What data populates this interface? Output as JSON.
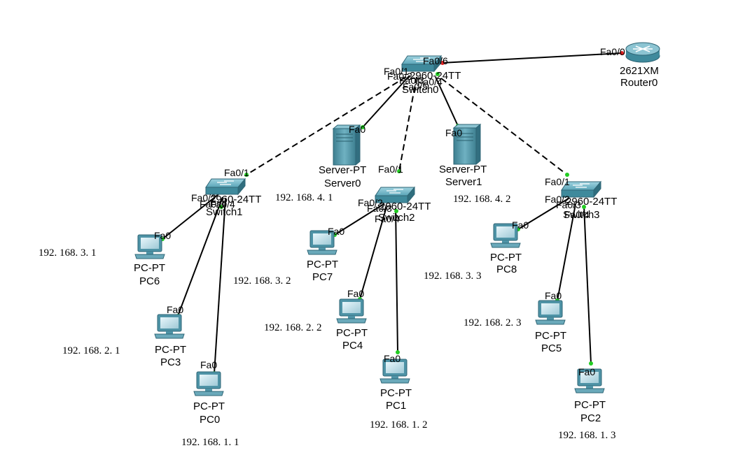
{
  "devices": {
    "router0": {
      "model": "2621XM",
      "name": "Router0",
      "icon": "router-icon"
    },
    "switch0": {
      "model": "2960-24TT",
      "name": "Switch0",
      "icon": "switch-icon"
    },
    "switch1": {
      "model": "2960-24TT",
      "name": "Switch1",
      "icon": "switch-icon"
    },
    "switch2": {
      "model": "2960-24TT",
      "name": "Switch2",
      "icon": "switch-icon"
    },
    "switch3": {
      "model": "2960-24TT",
      "name": "Switch3",
      "icon": "switch-icon"
    },
    "server0": {
      "model": "Server-PT",
      "name": "Server0",
      "icon": "server-icon"
    },
    "server1": {
      "model": "Server-PT",
      "name": "Server1",
      "icon": "server-icon"
    },
    "pc6": {
      "model": "PC-PT",
      "name": "PC6",
      "icon": "pc-icon"
    },
    "pc3": {
      "model": "PC-PT",
      "name": "PC3",
      "icon": "pc-icon"
    },
    "pc0": {
      "model": "PC-PT",
      "name": "PC0",
      "icon": "pc-icon"
    },
    "pc7": {
      "model": "PC-PT",
      "name": "PC7",
      "icon": "pc-icon"
    },
    "pc4": {
      "model": "PC-PT",
      "name": "PC4",
      "icon": "pc-icon"
    },
    "pc1": {
      "model": "PC-PT",
      "name": "PC1",
      "icon": "pc-icon"
    },
    "pc8": {
      "model": "PC-PT",
      "name": "PC8",
      "icon": "pc-icon"
    },
    "pc5": {
      "model": "PC-PT",
      "name": "PC5",
      "icon": "pc-icon"
    },
    "pc2": {
      "model": "PC-PT",
      "name": "PC2",
      "icon": "pc-icon"
    }
  },
  "ports": {
    "sw0_router": "Fa0/6",
    "router_sw0": "Fa0/0",
    "sw0_a": "Fa0/1",
    "sw0_b": "Fa0/2",
    "sw0_c": "Fa0/3",
    "sw0_d": "Fa0/4",
    "sw0_e": "Fa0/5",
    "server0": "Fa0",
    "server1": "Fa0",
    "sw1_up": "Fa0/1",
    "sw1_a": "Fa0/2",
    "sw1_b": "Fa0/3",
    "sw1_c": "Fa0/4",
    "sw2_up": "Fa0/1",
    "sw2_a": "Fa0/2",
    "sw2_b": "Fa0/3",
    "sw2_c": "Fa0/4",
    "sw3_up": "Fa0/1",
    "sw3_a": "Fa0/2",
    "sw3_b": "Fa0/3",
    "sw3_c": "Fa0/4",
    "pc6": "Fa0",
    "pc3": "Fa0",
    "pc0": "Fa0",
    "pc7": "Fa0",
    "pc4": "Fa0",
    "pc1": "Fa0",
    "pc8": "Fa0",
    "pc5": "Fa0",
    "pc2": "Fa0"
  },
  "ips": {
    "pc6": "192. 168. 3. 1",
    "pc3": "192. 168. 2. 1",
    "pc0": "192. 168. 1. 1",
    "pc7": "192. 168. 3. 2",
    "pc4": "192. 168. 2. 2",
    "pc1": "192. 168. 1. 2",
    "pc8": "192. 168. 3. 3",
    "pc5": "192. 168. 2. 3",
    "pc2": "192. 168. 1. 3",
    "server0": "192. 168. 4. 1",
    "server1": "192. 168. 4. 2"
  },
  "colors": {
    "link": "#000000",
    "link_up": "#22cc22",
    "link_down": "#e02020",
    "device": "#3f8a9c"
  }
}
